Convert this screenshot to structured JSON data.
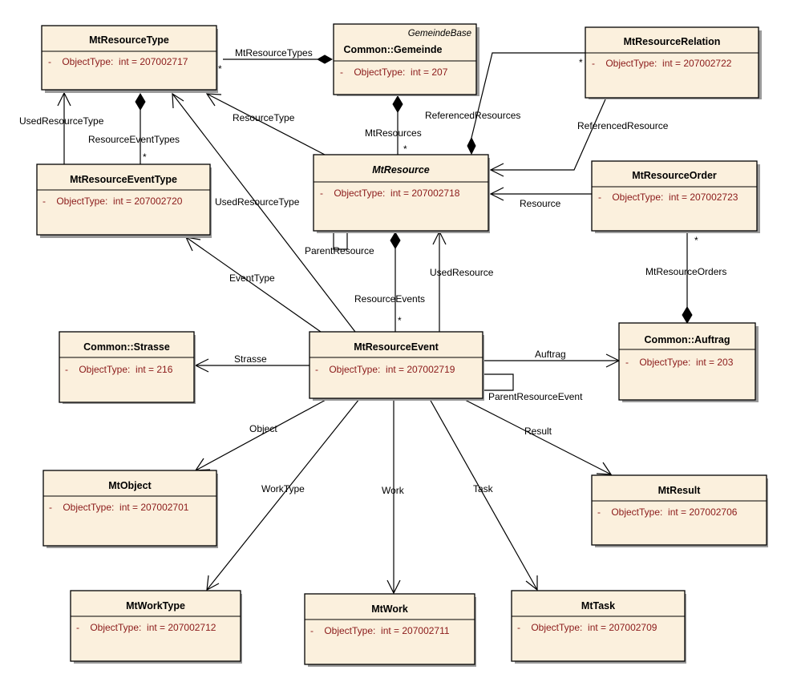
{
  "classes": {
    "MtResourceType": {
      "name": "MtResourceType",
      "attr": "-    ObjectType:  int = 207002717"
    },
    "CommonGemeinde": {
      "stereotype": "GemeindeBase",
      "name": "Common::Gemeinde",
      "attr": "-    ObjectType:  int = 207"
    },
    "MtResourceRelation": {
      "name": "MtResourceRelation",
      "attr": "-    ObjectType:  int = 207002722"
    },
    "MtResourceEventType": {
      "name": "MtResourceEventType",
      "attr": "-    ObjectType:  int = 207002720"
    },
    "MtResource": {
      "name": "MtResource",
      "attr": "-    ObjectType:  int = 207002718"
    },
    "MtResourceOrder": {
      "name": "MtResourceOrder",
      "attr": "-    ObjectType:  int = 207002723"
    },
    "CommonStrasse": {
      "name": "Common::Strasse",
      "attr": "-    ObjectType:  int = 216"
    },
    "MtResourceEvent": {
      "name": "MtResourceEvent",
      "attr": "-    ObjectType:  int = 207002719"
    },
    "CommonAuftrag": {
      "name": "Common::Auftrag",
      "attr": "-    ObjectType:  int = 203"
    },
    "MtObject": {
      "name": "MtObject",
      "attr": "-    ObjectType:  int = 207002701"
    },
    "MtResult": {
      "name": "MtResult",
      "attr": "-    ObjectType:  int = 207002706"
    },
    "MtWorkType": {
      "name": "MtWorkType",
      "attr": "-    ObjectType:  int = 207002712"
    },
    "MtWork": {
      "name": "MtWork",
      "attr": "-    ObjectType:  int = 207002711"
    },
    "MtTask": {
      "name": "MtTask",
      "attr": "-    ObjectType:  int = 207002709"
    }
  },
  "labels": {
    "mtResourceTypes": "MtResourceTypes",
    "star": "*",
    "usedResourceType1": "UsedResourceType",
    "resourceEventTypes": "ResourceEventTypes",
    "resourceType": "ResourceType",
    "usedResourceType2": "UsedResourceType",
    "mtResources": "MtResources",
    "referencedResources": "ReferencedResources",
    "referencedResource": "ReferencedResource",
    "resource": "Resource",
    "parentResource": "ParentResource",
    "eventType": "EventType",
    "resourceEvents": "ResourceEvents",
    "usedResource": "UsedResource",
    "mtResourceOrders": "MtResourceOrders",
    "strasse": "Strasse",
    "auftrag": "Auftrag",
    "parentResourceEvent": "ParentResourceEvent",
    "object": "Object",
    "result": "Result",
    "workType": "WorkType",
    "work": "Work",
    "task": "Task"
  }
}
